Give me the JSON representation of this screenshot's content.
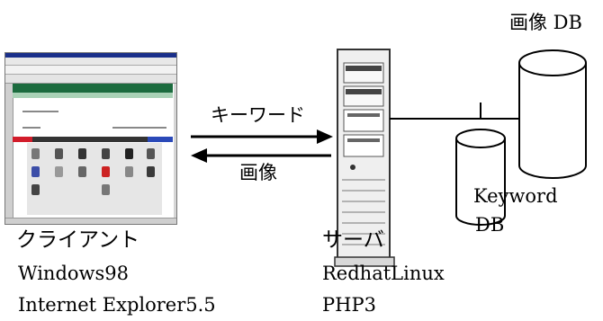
{
  "client": {
    "title": "クライアント",
    "os": "Windows98",
    "browser": "Internet Explorer5.5",
    "thumbnail_icon": "browser-window-screenshot"
  },
  "server": {
    "title": "サーバ",
    "os": "RedhatLinux",
    "language": "PHP3",
    "icon": "tower-server-icon"
  },
  "arrows": {
    "request_label": "キーワード",
    "response_label": "画像"
  },
  "databases": {
    "image_db": "画像 DB",
    "keyword_db_line1": "Keyword",
    "keyword_db_line2": "DB"
  }
}
